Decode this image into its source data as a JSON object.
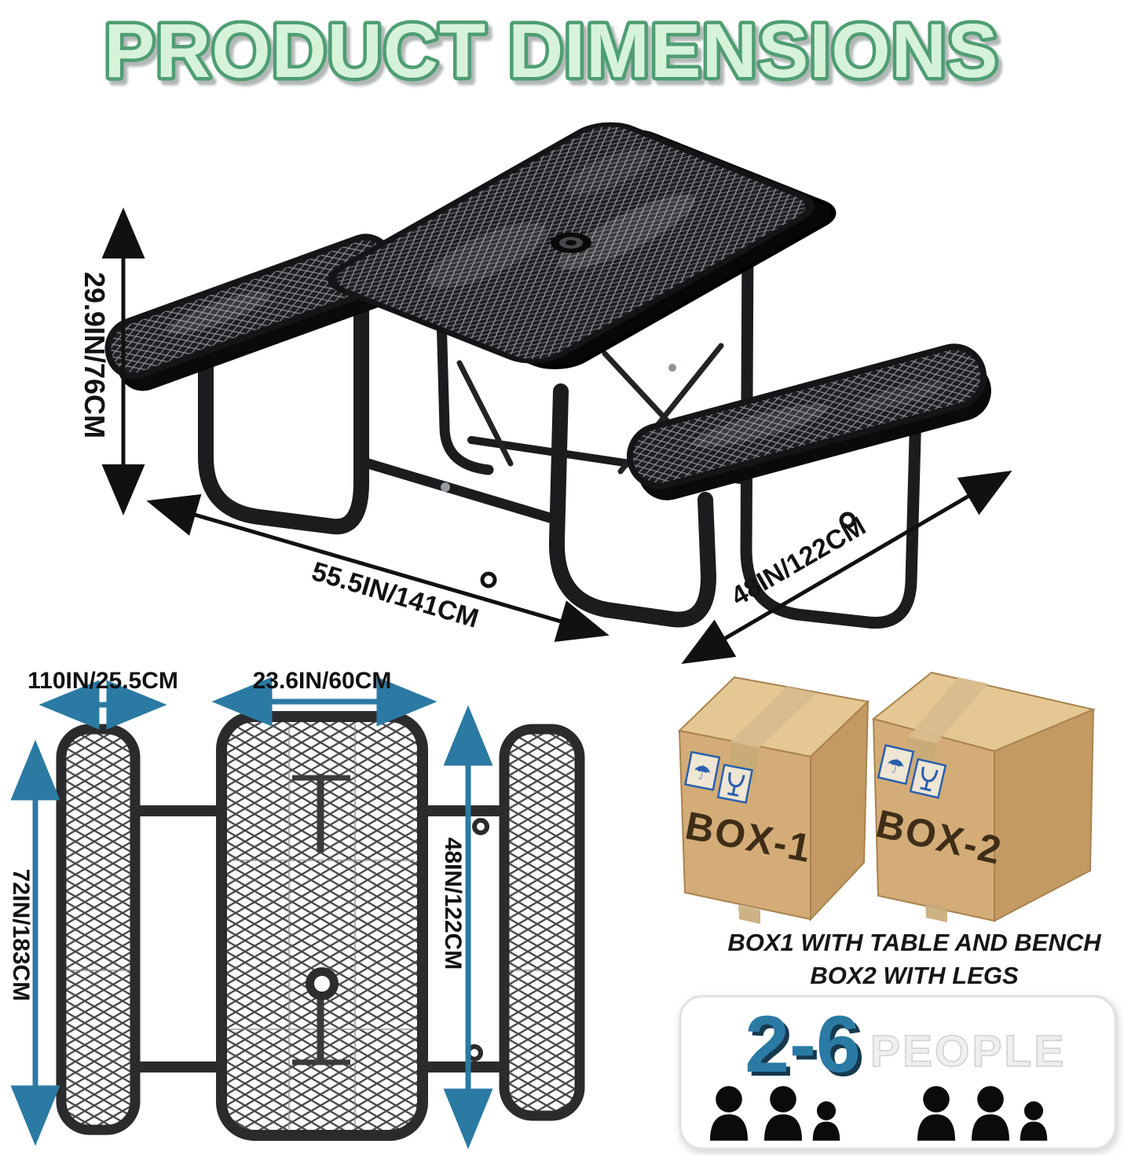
{
  "title": "PRODUCT DIMENSIONS",
  "colors": {
    "title_fill": "#d6f3da",
    "title_stroke": "#4f9e73",
    "arrow_black": "#111111",
    "arrow_blue": "#2b7aa4",
    "metal_dark": "#1c1c1f",
    "box_kraft_front": "#d3ac77",
    "box_kraft_side": "#c39a63",
    "box_kraft_top": "#e5c794",
    "capacity_blue": "#2b7aa4"
  },
  "dimensions_3d": {
    "height": "29.9IN/76CM",
    "length": "55.5IN/141CM",
    "depth": "48IN/122CM"
  },
  "top_view": {
    "bench_width": "110IN/25.5CM",
    "table_width": "23.6IN/60CM",
    "total_length": "72IN/183CM",
    "table_length": "48IN/122CM"
  },
  "packaging": {
    "box1_label": "BOX-1",
    "box2_label": "BOX-2",
    "caption_line1": "BOX1 WITH TABLE AND BENCH",
    "caption_line2": "BOX2 WITH LEGS"
  },
  "capacity": {
    "range": "2-6",
    "unit": "PEOPLE"
  }
}
